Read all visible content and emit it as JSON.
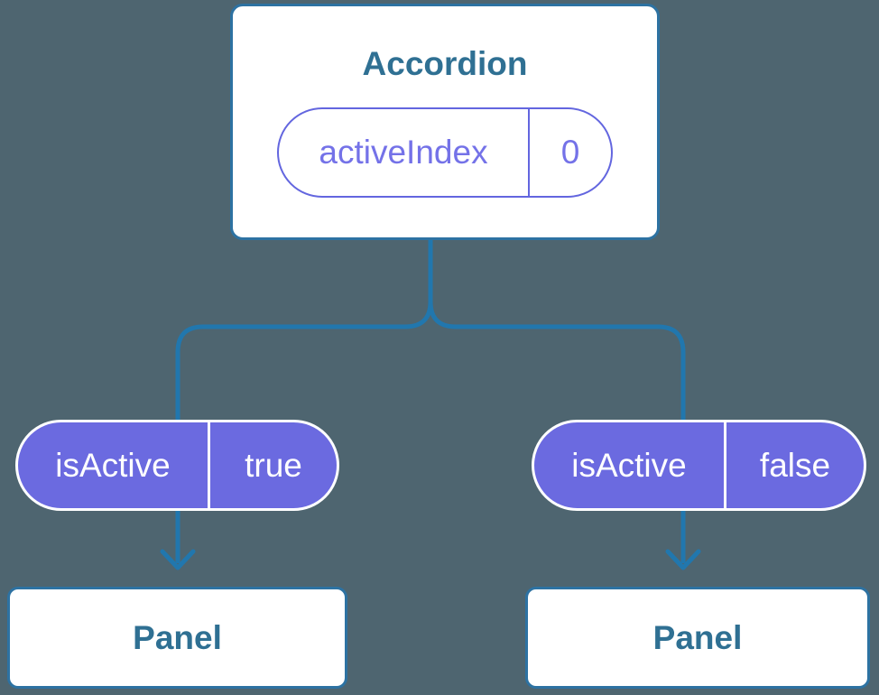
{
  "colors": {
    "background": "#4e6570",
    "connector": "#2177ae",
    "card-border": "#2d72a2",
    "card-bg": "#ffffff",
    "component-text": "#2f7093",
    "state-pill-border": "#6366df",
    "state-pill-text": "#7472e8",
    "prop-pill-bg": "#6b6ae0",
    "prop-pill-text": "#ffffff",
    "prop-pill-border": "#ffffff"
  },
  "tree": {
    "root": {
      "name": "Accordion",
      "state": {
        "name": "activeIndex",
        "value": "0"
      }
    },
    "children": [
      {
        "name": "Panel",
        "prop": {
          "name": "isActive",
          "value": "true"
        }
      },
      {
        "name": "Panel",
        "prop": {
          "name": "isActive",
          "value": "false"
        }
      }
    ]
  }
}
